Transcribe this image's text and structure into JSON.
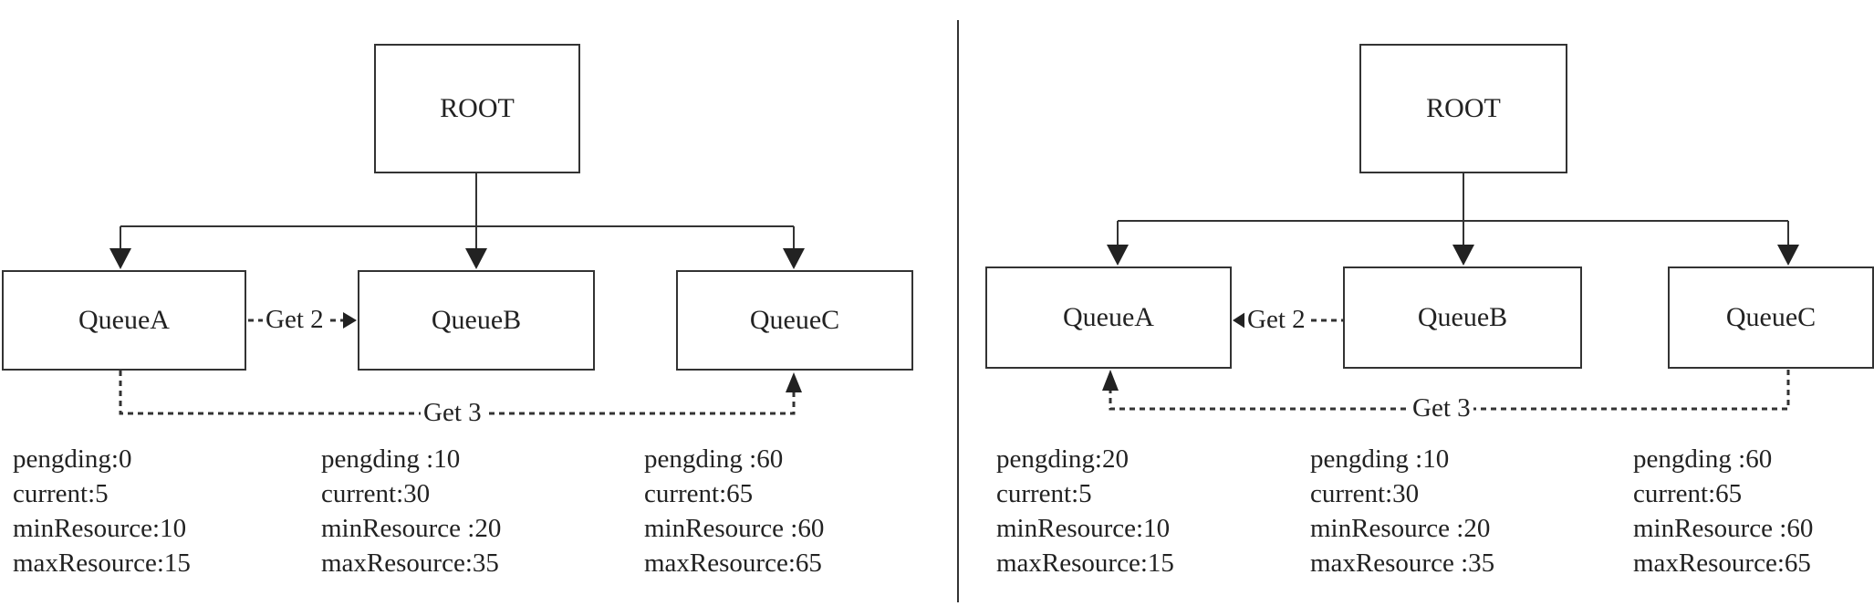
{
  "panels": [
    {
      "root": "ROOT",
      "queues": [
        {
          "name": "QueueA",
          "pending": "pengding:0",
          "current": "current:5",
          "min": "minResource:10",
          "max": "maxResource:15"
        },
        {
          "name": "QueueB",
          "pending": "pengding :10",
          "current": "current:30",
          "min": "minResource :20",
          "max": "maxResource:35"
        },
        {
          "name": "QueueC",
          "pending": "pengding :60",
          "current": "current:65",
          "min": "minResource :60",
          "max": "maxResource:65"
        }
      ],
      "transfer_ab": "Get 2",
      "transfer_ac": "Get 3"
    },
    {
      "root": "ROOT",
      "queues": [
        {
          "name": "QueueA",
          "pending": "pengding:20",
          "current": "current:5",
          "min": "minResource:10",
          "max": "maxResource:15"
        },
        {
          "name": "QueueB",
          "pending": "pengding :10",
          "current": "current:30",
          "min": "minResource :20",
          "max": "maxResource :35"
        },
        {
          "name": "QueueC",
          "pending": "pengding :60",
          "current": "current:65",
          "min": "minResource :60",
          "max": "maxResource:65"
        }
      ],
      "transfer_ab": "Get 2",
      "transfer_ac": "Get 3"
    }
  ]
}
